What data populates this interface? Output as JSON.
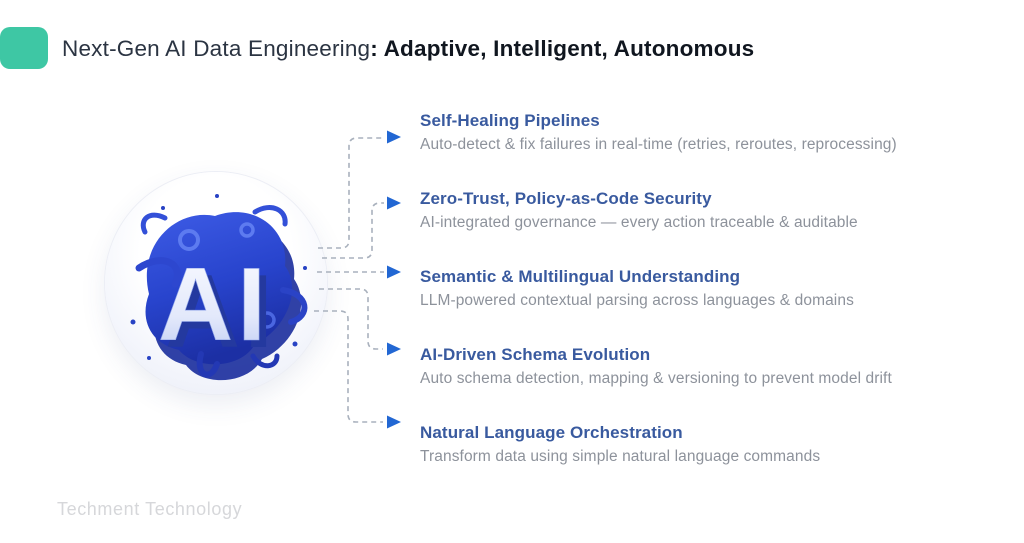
{
  "header": {
    "title_regular": "Next-Gen AI Data Engineering",
    "title_bold": ": Adaptive, Intelligent, Autonomous"
  },
  "hero": {
    "label": "AI"
  },
  "features": [
    {
      "title": "Self-Healing Pipelines",
      "description": "Auto-detect & fix failures in real-time (retries, reroutes, reprocessing)"
    },
    {
      "title": "Zero-Trust, Policy-as-Code Security",
      "description": "AI-integrated governance — every action traceable & auditable"
    },
    {
      "title": "Semantic & Multilingual Understanding",
      "description": "LLM-powered contextual parsing across languages & domains"
    },
    {
      "title": "AI-Driven Schema Evolution",
      "description": "Auto schema detection, mapping & versioning to prevent model drift"
    },
    {
      "title": "Natural Language Orchestration",
      "description": "Transform data using simple natural language commands"
    }
  ],
  "footer": {
    "brand": "Techment Technology"
  },
  "colors": {
    "accent_teal": "#3ec7a4",
    "arrow_blue": "#2267d3",
    "feature_title_blue": "#395a9f",
    "connector_gray": "#a9b1bd",
    "artwork_blue": "#2b47c9"
  }
}
